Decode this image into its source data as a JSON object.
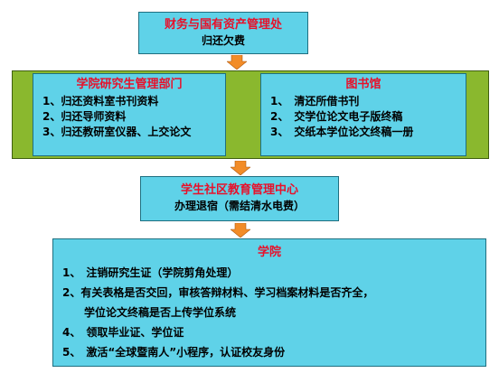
{
  "colors": {
    "box": "#5fd2e8",
    "band": "#8ab82e",
    "arrow": "#f28c28",
    "title": "#e8102a"
  },
  "finance": {
    "title": "财务与国有资产管理处",
    "line": "归还欠费"
  },
  "college_dept": {
    "title": "学院研究生管理部门",
    "items": [
      "1、归还资料室书刊资料",
      "2、归还导师资料",
      "3、归还教研室仪器、上交论文"
    ]
  },
  "library": {
    "title": "图书馆",
    "items": [
      "1、　清还所借书刊",
      "2、　交学位论文电子版终稿",
      "3、　交纸本学位论文终稿一册"
    ]
  },
  "community": {
    "title": "学生社区教育管理中心",
    "line": "办理退宿（需结清水电费）"
  },
  "college": {
    "title": "学院",
    "items": [
      "1、　注销研究生证（学院剪角处理）",
      "2、有关表格是否交回，审核答辩材料、学习档案材料是否齐全，",
      "　　学位论文终稿是否上传学位系统",
      "4、　领取毕业证、学位证",
      "5、　激活“全球暨南人”小程序，认证校友身份"
    ]
  }
}
